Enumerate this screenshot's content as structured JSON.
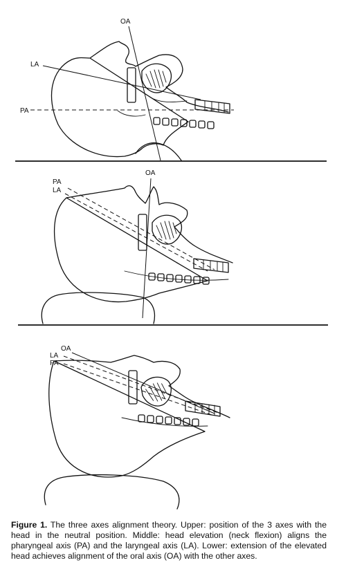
{
  "panels": [
    {
      "name": "upper",
      "labels": {
        "oa": "OA",
        "la": "LA",
        "pa": "PA"
      }
    },
    {
      "name": "middle",
      "labels": {
        "oa": "OA",
        "pa": "PA",
        "la": "LA"
      }
    },
    {
      "name": "lower",
      "labels": {
        "oa": "OA",
        "la": "LA",
        "pa": "PA"
      }
    }
  ],
  "caption": {
    "label": "Figure 1.",
    "text": " The three axes alignment theory. Upper: position of the 3 axes with the head in the neutral position. Middle: head elevation (neck flexion) aligns the pharyngeal axis (PA) and the laryngeal axis (LA). Lower: extension of the elevated head achieves alignment of the oral axis (OA) with the other axes."
  }
}
